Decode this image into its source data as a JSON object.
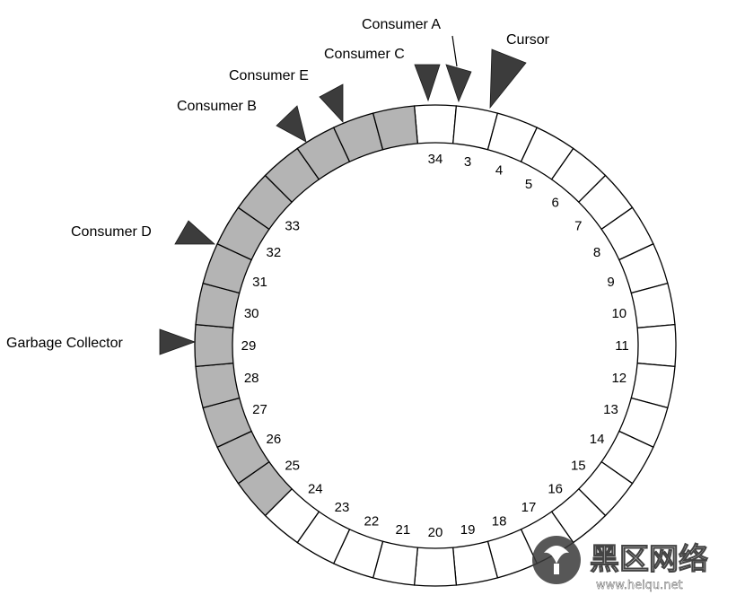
{
  "ring": {
    "segments": 36,
    "labels": [
      "34",
      "3",
      "4",
      "5",
      "6",
      "7",
      "8",
      "9",
      "10",
      "11",
      "12",
      "13",
      "14",
      "15",
      "16",
      "17",
      "18",
      "19",
      "20",
      "21",
      "22",
      "23",
      "24",
      "25",
      "26",
      "27",
      "28",
      "29",
      "30",
      "31",
      "32",
      "33"
    ],
    "filled_color": "#b4b4b4",
    "empty_color": "#ffffff",
    "stroke_color": "#000000"
  },
  "callouts": [
    {
      "id": "cursor",
      "label": "Cursor"
    },
    {
      "id": "consumer-a",
      "label": "Consumer A"
    },
    {
      "id": "consumer-c",
      "label": "Consumer C"
    },
    {
      "id": "consumer-e",
      "label": "Consumer E"
    },
    {
      "id": "consumer-b",
      "label": "Consumer B"
    },
    {
      "id": "consumer-d",
      "label": "Consumer D"
    },
    {
      "id": "garbage-collector",
      "label": "Garbage Collector"
    }
  ],
  "pointer_color": "#3c3c3c",
  "watermark": {
    "chinese": "黑区网络",
    "url": "www.heiqu.net"
  }
}
